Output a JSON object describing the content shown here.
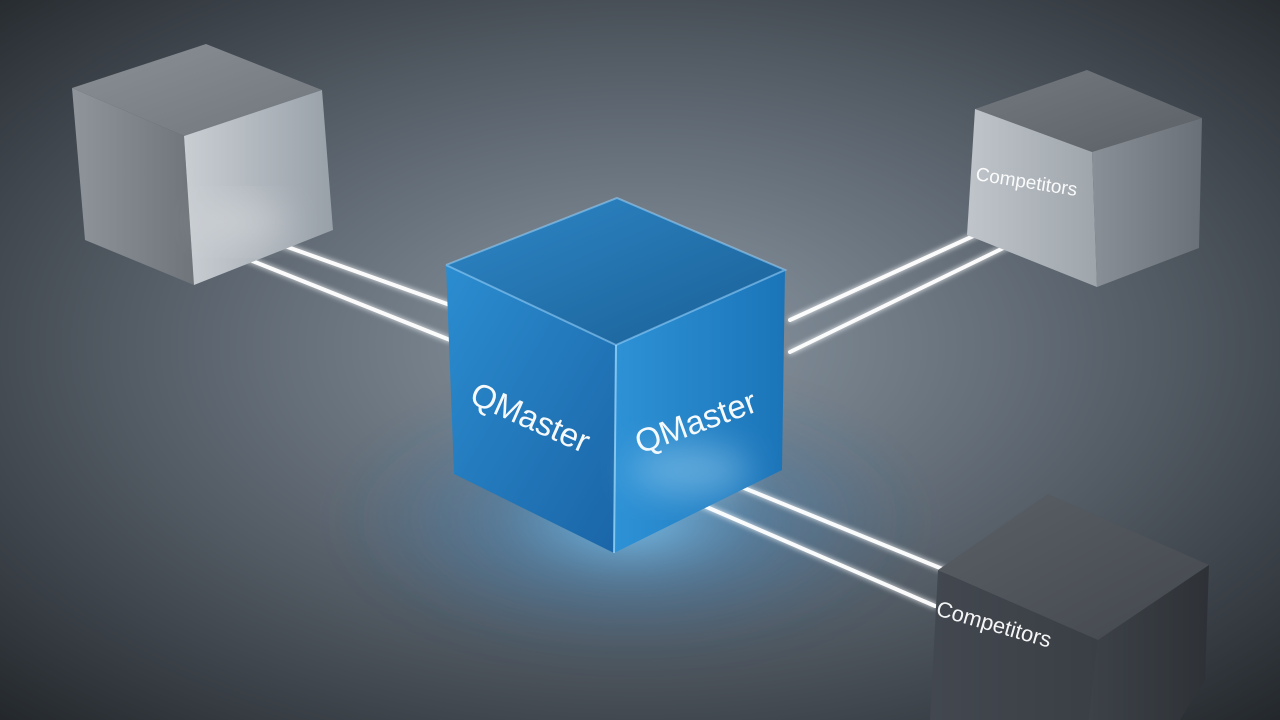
{
  "scene": {
    "center_cube": {
      "label_left": "QMaster",
      "label_right": "QMaster",
      "color": "#1f7fc4"
    },
    "cube_top_left": {
      "color": "#aeb3b8"
    },
    "cube_top_right": {
      "label": "Competitors",
      "color": "#b4b9be"
    },
    "cube_bottom_right": {
      "label": "Competitors",
      "color": "#4a4f55"
    },
    "colors": {
      "background_center": "#8a96a2",
      "background_edge": "#1f2327",
      "beam": "#ffffff",
      "glow": "#6cc6ff"
    }
  }
}
